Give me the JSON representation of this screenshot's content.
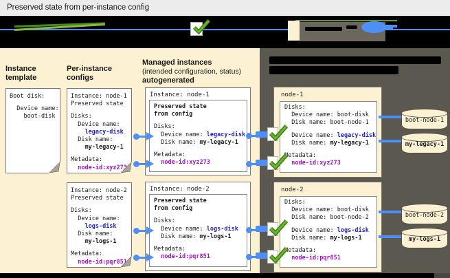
{
  "title_bar": {
    "title": "Preserved state from per-instance config"
  },
  "colors": {
    "panel_beige": "#fcf1d2",
    "panel_dark": "#5b5850",
    "connector_blue": "#4d8ff7",
    "check_green": "#6ab52b",
    "value_blue": "#2222cc",
    "value_magenta": "#a413cb"
  },
  "legend": {
    "items": [
      {
        "icon": "checkbox-checkmark-icon"
      },
      {
        "icon": "beige-swatch-icon"
      },
      {
        "icon": "blue-arrow-pill-icon"
      }
    ],
    "text_obscured": true
  },
  "headers": {
    "template": [
      "Instance",
      "template"
    ],
    "configs": [
      "Per-instance",
      "configs"
    ],
    "managed": [
      "Managed instances",
      "(intended configuration, status)",
      "autogenerated"
    ]
  },
  "vm_panel": {
    "heading_obscured_lines": 2
  },
  "template_note": {
    "lines": [
      [
        {
          "t": "Boot disk:"
        }
      ],
      [],
      [
        {
          "t": "  Device name:"
        }
      ],
      [
        {
          "t": "    boot-disk"
        }
      ]
    ]
  },
  "configs": [
    {
      "lines": [
        [
          {
            "t": "Instance: node-1"
          }
        ],
        [
          {
            "t": "Preserved state"
          }
        ],
        [],
        [
          {
            "t": "Disks:"
          }
        ],
        [
          {
            "t": "  Device name:"
          }
        ],
        [
          {
            "t": "    "
          },
          {
            "t": "legacy-disk",
            "s": "blue"
          }
        ],
        [
          {
            "t": "  Disk name:"
          }
        ],
        [
          {
            "t": "    "
          },
          {
            "t": "my-legacy-1",
            "s": "b"
          }
        ],
        [],
        [
          {
            "t": "Metadata:"
          }
        ],
        [
          {
            "t": "  "
          },
          {
            "t": "node-id:xyz273",
            "s": "mag"
          }
        ]
      ]
    },
    {
      "lines": [
        [
          {
            "t": "Instance: node-2"
          }
        ],
        [
          {
            "t": "Preserved state"
          }
        ],
        [],
        [
          {
            "t": "Disks:"
          }
        ],
        [
          {
            "t": "  Device name:"
          }
        ],
        [
          {
            "t": "    "
          },
          {
            "t": "logs-disk",
            "s": "blue"
          }
        ],
        [
          {
            "t": "  Disk name:"
          }
        ],
        [
          {
            "t": "    "
          },
          {
            "t": "my-logs-1",
            "s": "b"
          }
        ],
        [],
        [
          {
            "t": "Metadata:"
          }
        ],
        [
          {
            "t": "  "
          },
          {
            "t": "node-id:pqr851",
            "s": "mag"
          }
        ]
      ]
    }
  ],
  "managed": [
    {
      "title": "Instance: node-1",
      "inner_lines": [
        [
          {
            "t": "Preserved state",
            "s": "b"
          }
        ],
        [
          {
            "t": "from config",
            "s": "b"
          }
        ],
        [],
        [
          {
            "t": "Disks:"
          }
        ],
        [
          {
            "t": "  Device name: "
          },
          {
            "t": "legacy-disk",
            "s": "blue"
          }
        ],
        [
          {
            "t": "  Disk name: "
          },
          {
            "t": "my-legacy-1",
            "s": "b"
          }
        ],
        [],
        [
          {
            "t": "Metadata:"
          }
        ],
        [
          {
            "t": "  "
          },
          {
            "t": "node-id:xyz273",
            "s": "mag"
          }
        ]
      ]
    },
    {
      "title": "Instance: node-2",
      "inner_lines": [
        [
          {
            "t": "Preserved state",
            "s": "b"
          }
        ],
        [
          {
            "t": "from config",
            "s": "b"
          }
        ],
        [],
        [
          {
            "t": "Disks:"
          }
        ],
        [
          {
            "t": "  Device name: "
          },
          {
            "t": "logs-disk",
            "s": "blue"
          }
        ],
        [
          {
            "t": "  Disk name: "
          },
          {
            "t": "my-logs-1",
            "s": "b"
          }
        ],
        [],
        [
          {
            "t": "Metadata:"
          }
        ],
        [
          {
            "t": "  "
          },
          {
            "t": "node-id:pqr851",
            "s": "mag"
          }
        ]
      ]
    }
  ],
  "vms": [
    {
      "name": "node-1",
      "lines": [
        [
          {
            "t": "Disks:"
          }
        ],
        [
          {
            "t": "  Device name: boot-disk"
          }
        ],
        [
          {
            "t": "  Disk name: boot-node-1"
          }
        ],
        [],
        [
          {
            "t": "  Device name: "
          },
          {
            "t": "legacy-disk",
            "s": "blue"
          }
        ],
        [
          {
            "t": "  Disk name: "
          },
          {
            "t": "my-legacy-1",
            "s": "b"
          }
        ],
        [],
        [
          {
            "t": "Metadata:"
          }
        ],
        [
          {
            "t": "  "
          },
          {
            "t": "node-id:xyz273",
            "s": "mag"
          }
        ]
      ]
    },
    {
      "name": "node-2",
      "lines": [
        [
          {
            "t": "Disks:"
          }
        ],
        [
          {
            "t": "  Device name: boot-disk"
          }
        ],
        [
          {
            "t": "  Disk name: boot-node-2"
          }
        ],
        [],
        [
          {
            "t": "  Device name: "
          },
          {
            "t": "logs-disk",
            "s": "blue"
          }
        ],
        [
          {
            "t": "  Disk name: "
          },
          {
            "t": "my-logs-1",
            "s": "b"
          }
        ],
        [],
        [
          {
            "t": "Metadata:"
          }
        ],
        [
          {
            "t": "  "
          },
          {
            "t": "node-id:pqr851",
            "s": "mag"
          }
        ]
      ]
    }
  ],
  "disks": [
    {
      "label": "boot-node-1",
      "bold": false
    },
    {
      "label": "my-legacy-1",
      "bold": true
    },
    {
      "label": "boot-node-2",
      "bold": false
    },
    {
      "label": "my-logs-1",
      "bold": true
    }
  ]
}
